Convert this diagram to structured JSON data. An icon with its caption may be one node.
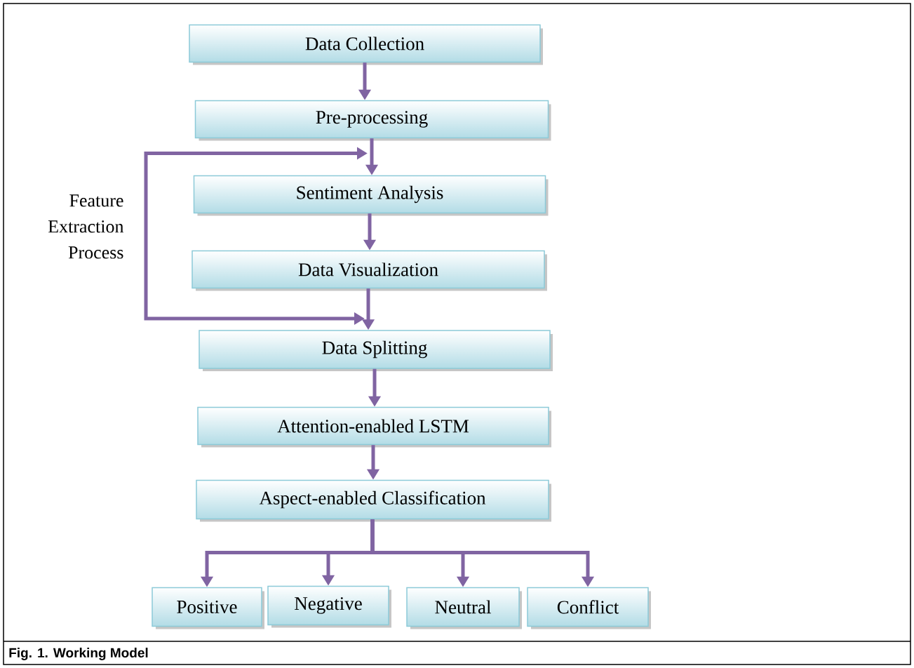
{
  "diagram": {
    "caption": "Fig. 1. Working Model",
    "nodes": [
      {
        "text": [
          "Data Collection"
        ]
      },
      {
        "text": [
          "Pre-processing"
        ]
      },
      {
        "text": [
          "Sentiment Analysis"
        ]
      },
      {
        "text": [
          "Data Visualization"
        ]
      },
      {
        "text": [
          "Data Splitting"
        ]
      },
      {
        "text": [
          "Attention-enabled LSTM"
        ]
      },
      {
        "text": [
          "Aspect-enabled Classification"
        ]
      },
      {
        "text": [
          "Positive"
        ]
      },
      {
        "text": [
          "Negative"
        ]
      },
      {
        "text": [
          "Neutral"
        ]
      },
      {
        "text": [
          "Conflict"
        ]
      }
    ],
    "edges": [
      {
        "from": 0,
        "to": 1,
        "arrow": "to"
      },
      {
        "from": 1,
        "to": 2,
        "arrow": "to"
      },
      {
        "from": 2,
        "to": 3,
        "arrow": "to"
      },
      {
        "from": 3,
        "to": 4,
        "arrow": "to"
      },
      {
        "from": 4,
        "to": 5,
        "arrow": "to"
      },
      {
        "from": 5,
        "to": 6,
        "arrow": "to"
      },
      {
        "from": 6,
        "to": 7,
        "arrow": "to"
      },
      {
        "from": 6,
        "to": 8,
        "arrow": "to"
      },
      {
        "from": 6,
        "to": 9,
        "arrow": "to"
      },
      {
        "from": 6,
        "to": 10,
        "arrow": "to"
      },
      {
        "from": 1,
        "to": 4,
        "arrow": "both"
      }
    ],
    "labels": [
      "Feature Extraction Process"
    ]
  }
}
